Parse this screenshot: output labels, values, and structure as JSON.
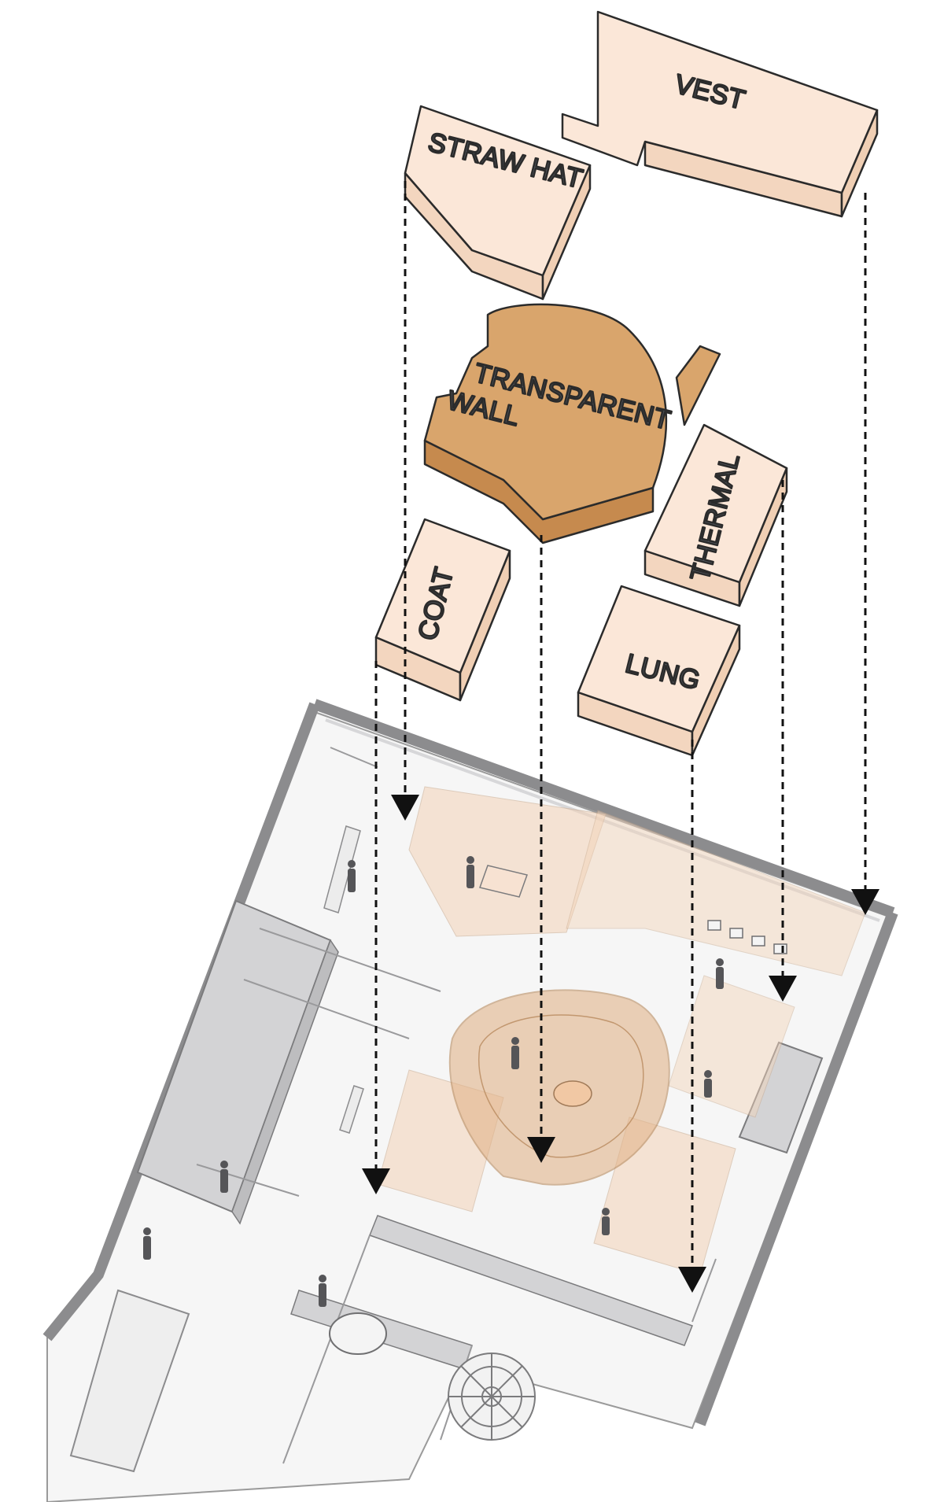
{
  "volumes": {
    "vest": "VEST",
    "straw_hat": "STRAW HAT",
    "transparent_wall_line1": "TRANSPARENT",
    "transparent_wall_line2": "WALL",
    "thermal": "THERMAL",
    "coat": "COAT",
    "lung": "LUNG"
  },
  "colors": {
    "volume_top": "#fbe7d8",
    "volume_side": "#f3d6bf",
    "volume_stroke": "#2b2b2b",
    "core_top": "#d9a56c",
    "core_side": "#c68a4e",
    "floor_fill": "#f6f6f6",
    "wall_fill": "#d3d3d5",
    "overlay": "#f3d3b8",
    "label": "#555a62",
    "arrow": "#111111"
  }
}
